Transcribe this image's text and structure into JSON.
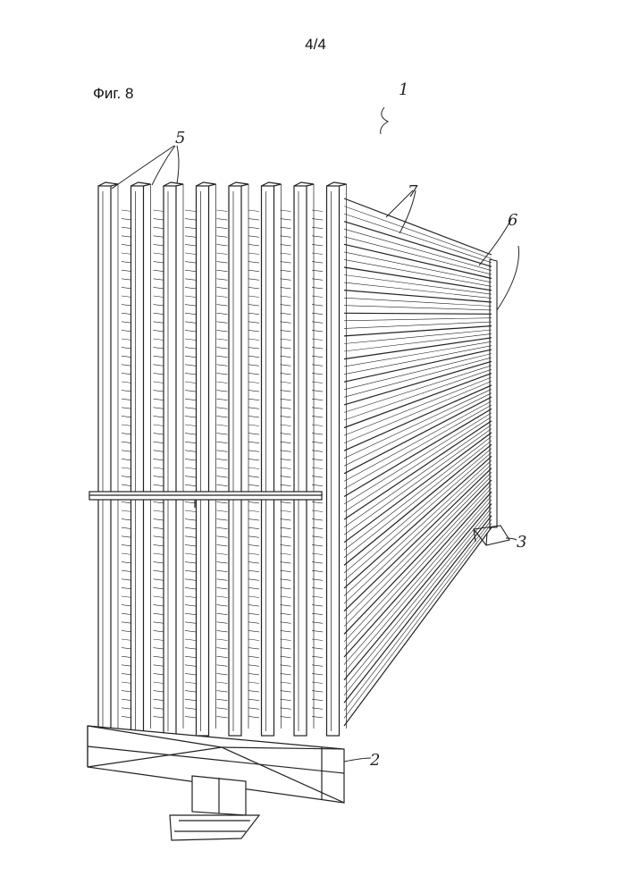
{
  "page_number": "4/4",
  "figure_label": "Фиг. 8",
  "reference_numerals": {
    "assembly": "1",
    "support_front": "2",
    "support_rear": "3",
    "uprights": "5",
    "end_piece": "6",
    "slats": "7"
  }
}
